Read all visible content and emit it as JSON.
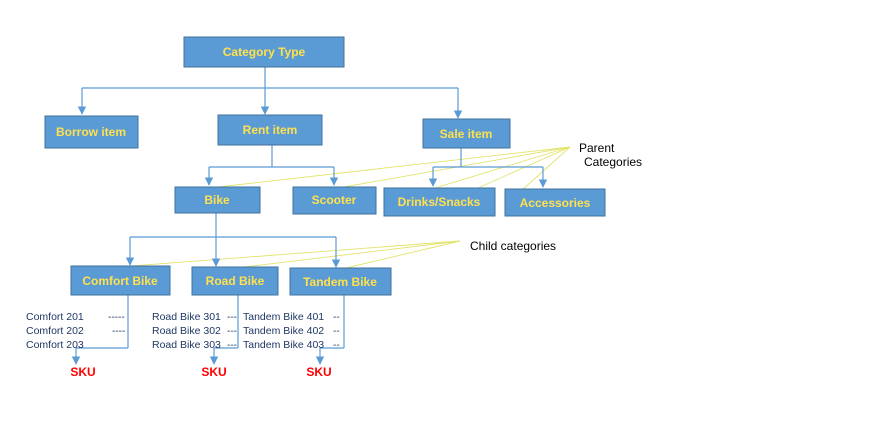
{
  "colors": {
    "box_fill": "#5b9bd5",
    "box_border": "#41719c",
    "box_text": "#ffe14d",
    "connector": "#5b9bd5",
    "pointer_line": "#e2e36a",
    "sku_text": "#ff0000",
    "item_text": "#1f3864"
  },
  "root": {
    "label": "Category Type"
  },
  "level1": [
    {
      "id": "borrow",
      "label": "Borrow item"
    },
    {
      "id": "rent",
      "label": "Rent item"
    },
    {
      "id": "sale",
      "label": "Sale item"
    }
  ],
  "level2": [
    {
      "id": "bike",
      "label": "Bike",
      "parent": "rent"
    },
    {
      "id": "scooter",
      "label": "Scooter",
      "parent": "rent"
    },
    {
      "id": "drinks",
      "label": "Drinks/Snacks",
      "parent": "sale"
    },
    {
      "id": "accessories",
      "label": "Accessories",
      "parent": "sale"
    }
  ],
  "level3": [
    {
      "id": "comfort",
      "label": "Comfort Bike",
      "parent": "bike",
      "items": [
        "Comfort 201",
        "Comfort 202",
        "Comfort 203"
      ],
      "dashes": [
        "-----",
        "----",
        ""
      ]
    },
    {
      "id": "road",
      "label": "Road Bike",
      "parent": "bike",
      "items": [
        "Road Bike 301",
        "Road Bike 302",
        "Road Bike 303"
      ],
      "dashes": [
        "---",
        "---",
        "---"
      ]
    },
    {
      "id": "tandem",
      "label": "Tandem Bike",
      "parent": "bike",
      "items": [
        "Tandem Bike 401",
        "Tandem Bike 402",
        "Tandem Bike 403"
      ],
      "dashes": [
        "--",
        "--",
        "--"
      ]
    }
  ],
  "annotations": {
    "parent_line1": "Parent",
    "parent_line2": "Categories",
    "child": "Child categories"
  },
  "sku_label": "SKU"
}
